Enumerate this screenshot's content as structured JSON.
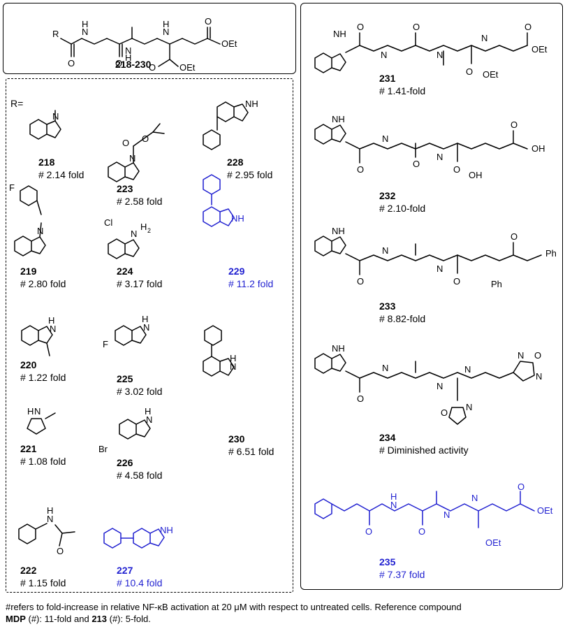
{
  "header": {
    "compound_range": "218-230",
    "r_group_label": "R"
  },
  "r_prefix": "R=",
  "atoms": {
    "N": "N",
    "NH": "NH",
    "H": "H",
    "O": "O",
    "OEt": "OEt",
    "OH": "OH",
    "F": "F",
    "Br": "Br",
    "Cl": "Cl",
    "Ph": "Ph",
    "H2": "H",
    "sub2": "2"
  },
  "left_compounds": [
    {
      "id": "218",
      "activity": "# 2.14 fold"
    },
    {
      "id": "223",
      "activity": "# 2.58 fold"
    },
    {
      "id": "228",
      "activity": "# 2.95 fold"
    },
    {
      "id": "219",
      "activity": "# 2.80 fold"
    },
    {
      "id": "224",
      "activity": "# 3.17 fold"
    },
    {
      "id": "229",
      "activity": "# 11.2 fold"
    },
    {
      "id": "220",
      "activity": "# 1.22 fold"
    },
    {
      "id": "225",
      "activity": "# 3.02 fold"
    },
    {
      "id": "230",
      "activity": "# 6.51 fold"
    },
    {
      "id": "221",
      "activity": "# 1.08 fold"
    },
    {
      "id": "226",
      "activity": "# 4.58 fold"
    },
    {
      "id": "222",
      "activity": "# 1.15 fold"
    },
    {
      "id": "227",
      "activity": "# 10.4 fold"
    }
  ],
  "right_compounds": [
    {
      "id": "231",
      "activity": "# 1.41-fold"
    },
    {
      "id": "232",
      "activity": "# 2.10-fold"
    },
    {
      "id": "233",
      "activity": "# 8.82-fold"
    },
    {
      "id": "234",
      "activity": "# Diminished activity"
    },
    {
      "id": "235",
      "activity": "# 7.37 fold"
    }
  ],
  "footnote": {
    "line1": "#refers to fold-increase in relative NF-κB activation at 20 μM with respect to untreated cells. Reference compound",
    "mdp": "MDP",
    "mdp_text": " (#): 11-fold and ",
    "ref2": "213",
    "ref2_text": " (#): 5-fold."
  },
  "colors": {
    "highlight": "#1f1fd0",
    "ink": "#000000"
  }
}
